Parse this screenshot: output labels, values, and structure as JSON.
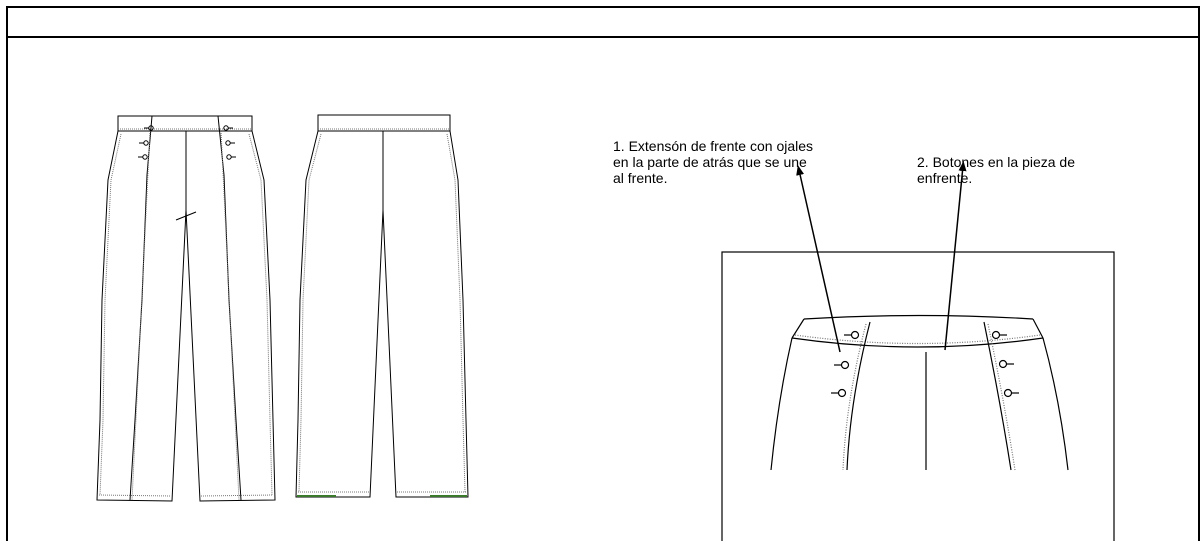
{
  "annotations": {
    "callout_1": {
      "lines": [
        "1. Extensón  de frente con ojales",
        "en la parte de atrás que se une",
        "al frente."
      ]
    },
    "callout_2": {
      "lines": [
        "2. Botones en la pieza de",
        "enfrente."
      ]
    }
  },
  "colors": {
    "line": "#000000",
    "hem_accent": "#3a7a2a",
    "stitch": "#777777"
  },
  "figures": [
    "pants-front-flat",
    "pants-back-flat",
    "waistband-detail-zoom"
  ]
}
